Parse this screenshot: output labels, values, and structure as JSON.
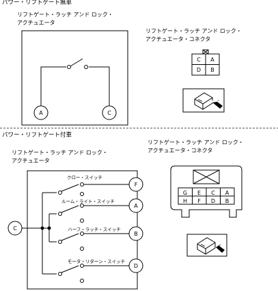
{
  "top": {
    "section_title": "パワー・リフトゲート無車",
    "actuator_title": [
      "リフトゲート・ラッチ アンド ロック・",
      "アクチュエータ"
    ],
    "connector_title": [
      "リフトゲート・ラッチ アンド ロック・",
      "アクチュエータ・コネクタ"
    ],
    "terminal_left": "A",
    "terminal_right": "C",
    "connector_pins": [
      "C",
      "A",
      "D",
      "B"
    ]
  },
  "bottom": {
    "section_title": "パワー・リフトゲート付車",
    "actuator_title": [
      "リフトゲート・ラッチ アンド ロック・",
      "アクチュエータ"
    ],
    "connector_title": [
      "リフトゲート・ラッチ アンド ロック・",
      "アクチュエータ・コネクタ"
    ],
    "common_terminal": "C",
    "switches": [
      {
        "label": "クロー・スイッチ",
        "terminal": "F"
      },
      {
        "label": "ルーム・ライト・スイッチ",
        "terminal": "A"
      },
      {
        "label": "ハーフ・ラッチ・スイッチ",
        "terminal": "B"
      },
      {
        "label": "モータ・リターン・スイッチ",
        "terminal": "D"
      }
    ],
    "connector_pins_top": [
      "G",
      "E",
      "C",
      "A"
    ],
    "connector_pins_bottom": [
      "H",
      "F",
      "D",
      "B"
    ]
  },
  "colors": {
    "line": "#000000",
    "divider": "#555555",
    "background": "#ffffff"
  }
}
